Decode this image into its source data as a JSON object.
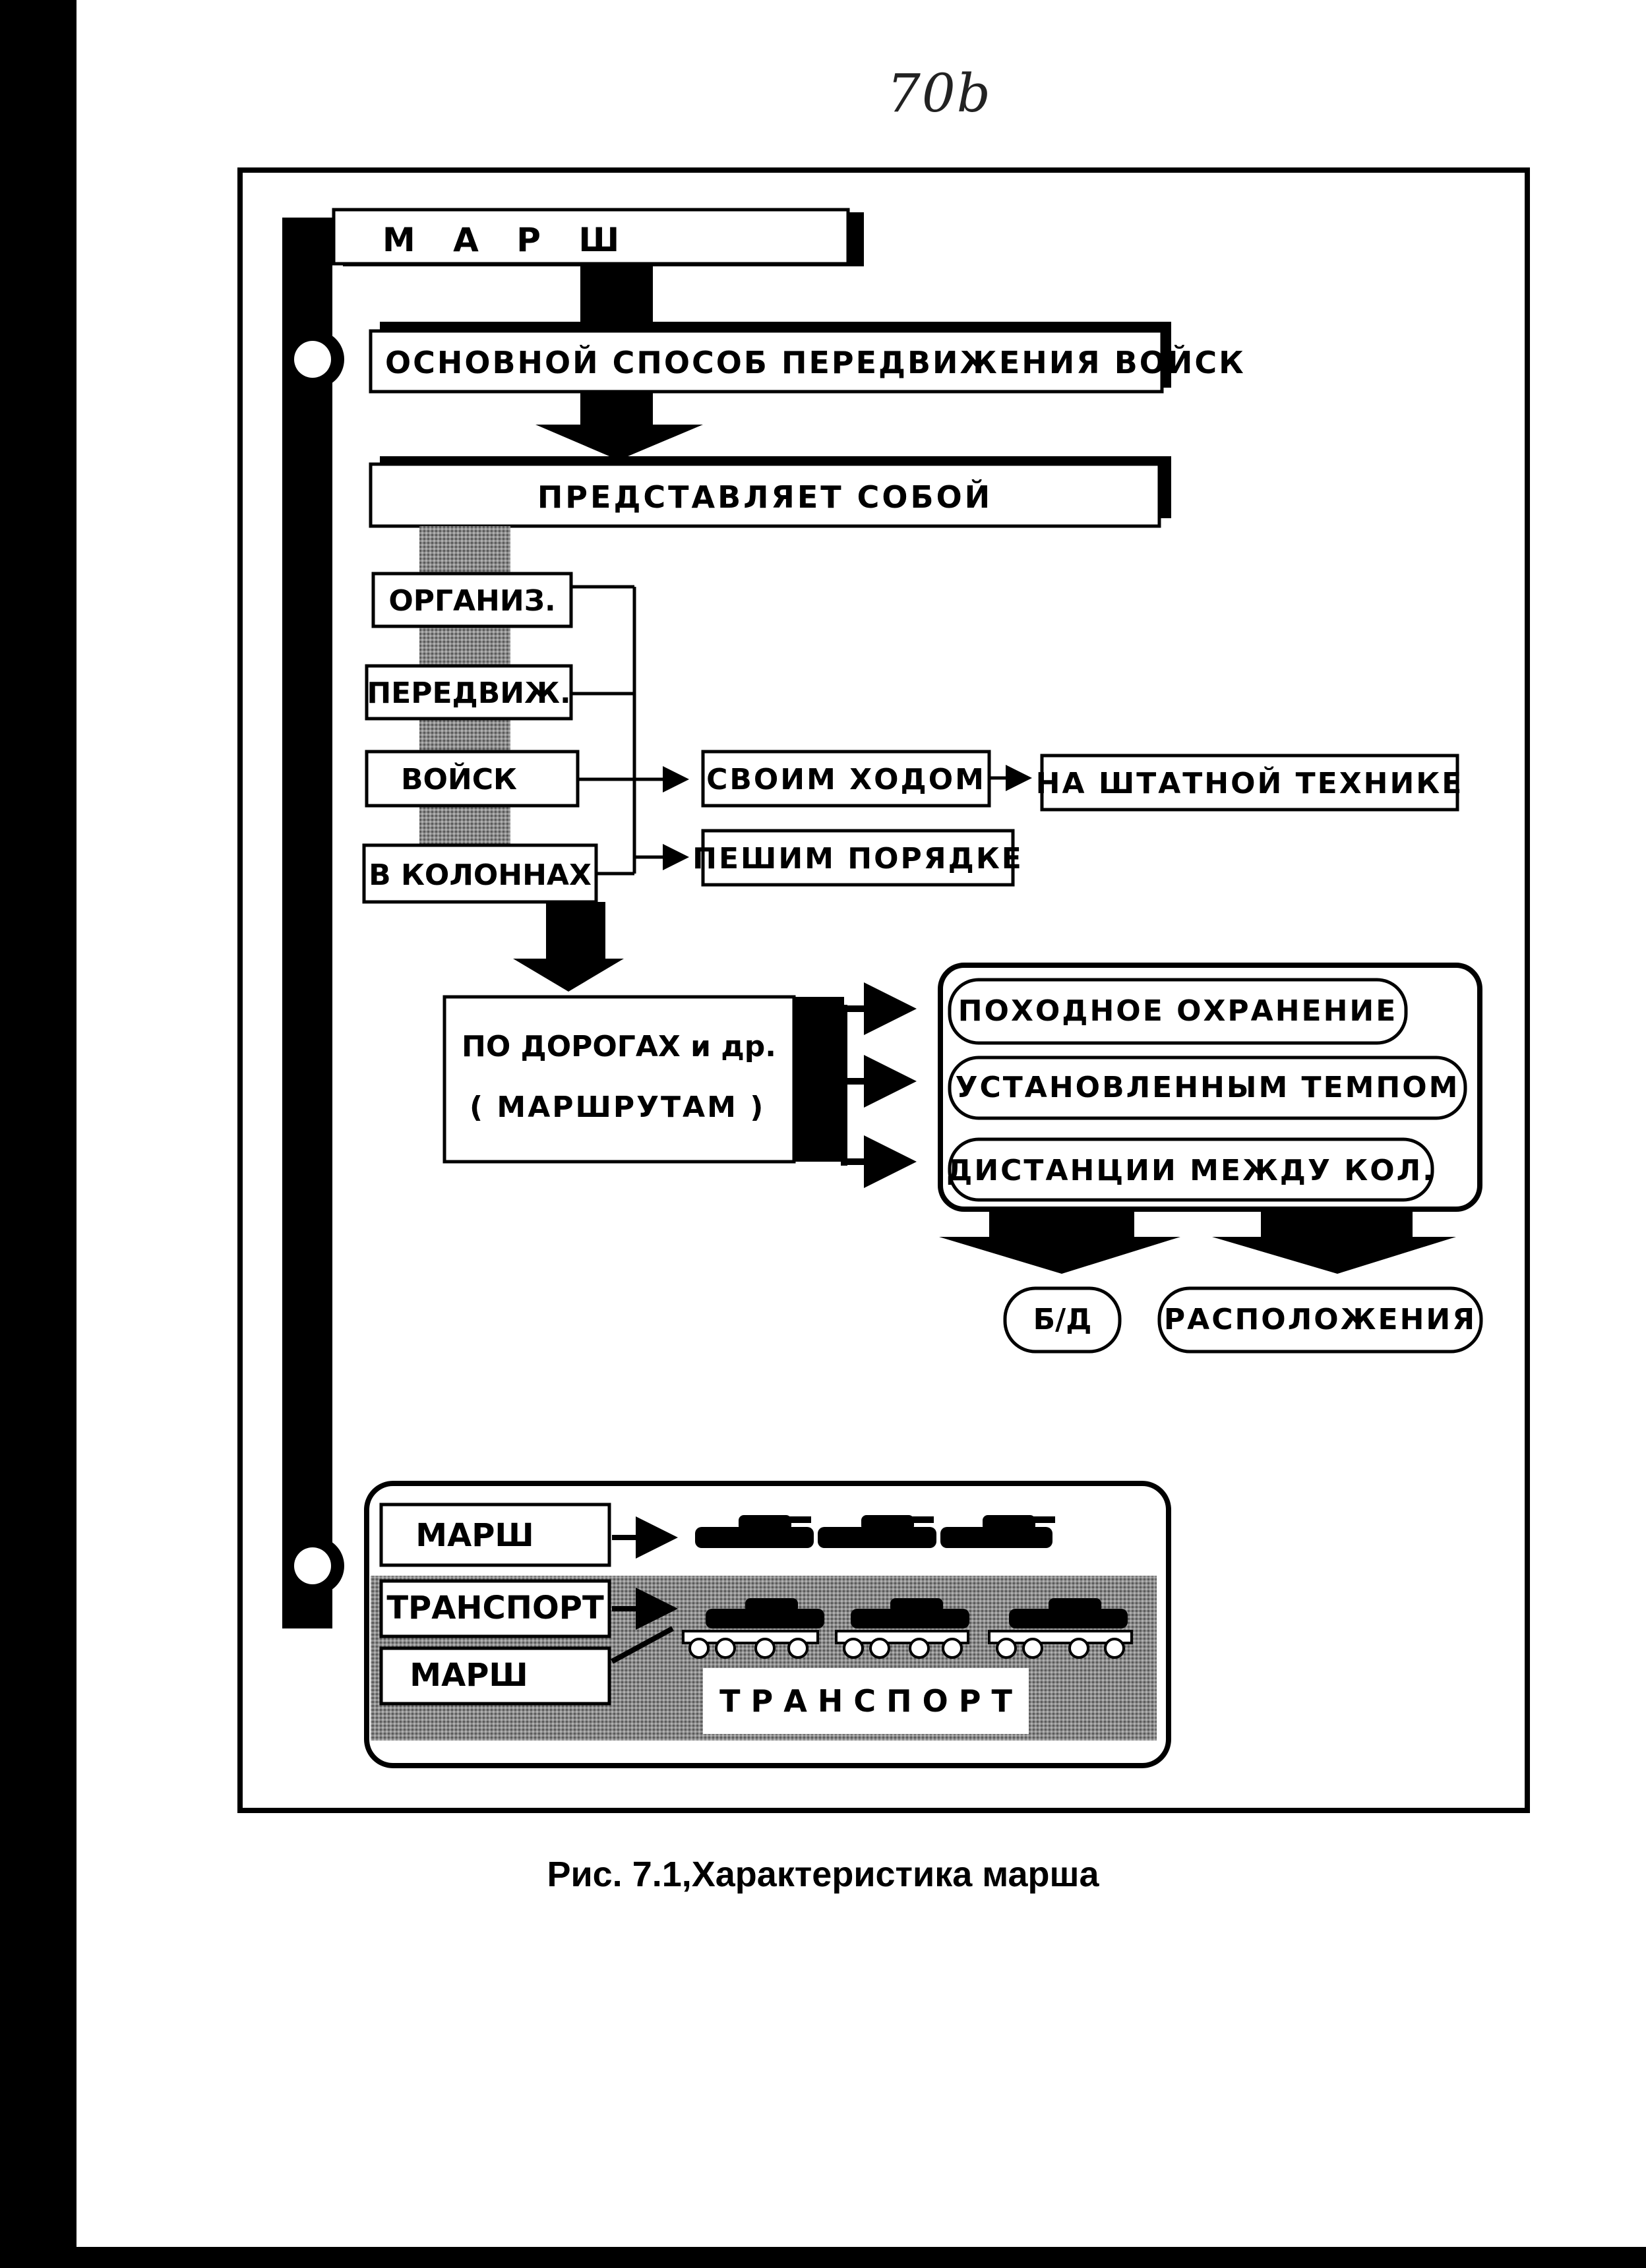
{
  "page_number": "70b",
  "diagram": {
    "title": "М А Р Ш",
    "definition": "ОСНОВНОЙ СПОСОБ ПЕРЕДВИЖЕНИЯ ВОЙСК",
    "represents": "ПРЕДСТАВЛЯЕТ СОБОЙ",
    "components": [
      "ОРГАНИЗ.",
      "ПЕРЕДВИЖ.",
      "ВОЙСК",
      "В КОЛОННАХ"
    ],
    "modes": {
      "own_power": "СВОИМ ХОДОМ",
      "on_equipment": "НА ШТАТНОЙ ТЕХНИКЕ",
      "on_foot": "ПЕШИМ ПОРЯДКЕ"
    },
    "routes": {
      "line1": "ПО ДОРОГАХ и др.",
      "line2": "( МАРШРУТАМ )"
    },
    "conditions": [
      "ПОХОДНОЕ ОХРАНЕНИЕ",
      "УСТАНОВЛЕННЫМ ТЕМПОМ",
      "ДИСТАНЦИИ МЕЖДУ КОЛ."
    ],
    "outcomes": [
      "Б/Д",
      "РАСПОЛОЖЕНИЯ"
    ],
    "bottom_panel": {
      "row1": "МАРШ",
      "row2": "ТРАНСПОРТ",
      "row3": "МАРШ",
      "transport_label": "Т Р А Н С П О Р Т"
    }
  },
  "caption": "Рис. 7.1,Характеристика марша"
}
